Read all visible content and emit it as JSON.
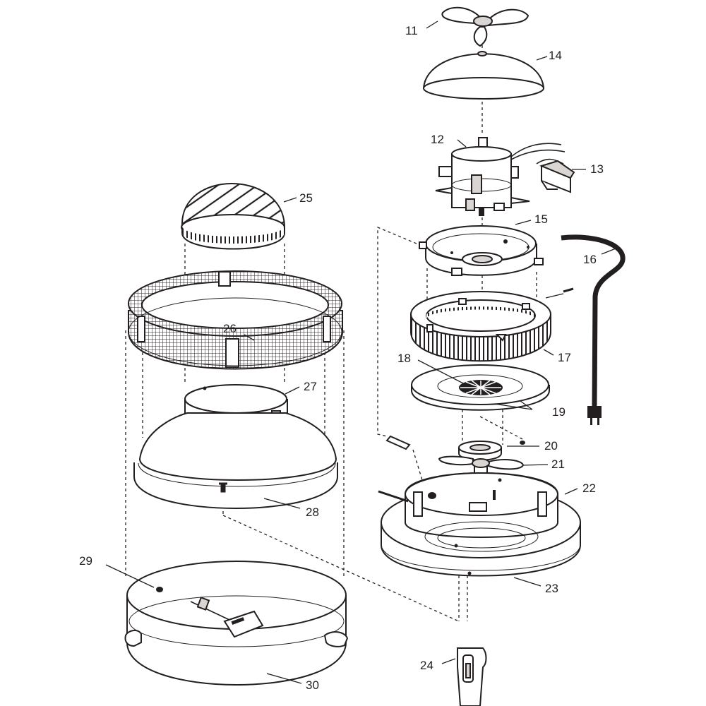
{
  "diagram": {
    "parts": [
      {
        "id": "fan-blade-top",
        "number": "11"
      },
      {
        "id": "motor",
        "number": "12"
      },
      {
        "id": "switch-block",
        "number": "13"
      },
      {
        "id": "dome-cover",
        "number": "14"
      },
      {
        "id": "motor-plate",
        "number": "15"
      },
      {
        "id": "power-cord",
        "number": "16"
      },
      {
        "id": "wick-filter-ring",
        "number": "17"
      },
      {
        "id": "center-grille",
        "number": "18"
      },
      {
        "id": "base-disc",
        "number": "19"
      },
      {
        "id": "hub-washer",
        "number": "20"
      },
      {
        "id": "fan-blade-lower",
        "number": "21"
      },
      {
        "id": "motor-housing",
        "number": "22"
      },
      {
        "id": "housing-ring",
        "number": "23"
      },
      {
        "id": "support-leg",
        "number": "24"
      },
      {
        "id": "vented-cap",
        "number": "25"
      },
      {
        "id": "mesh-ring",
        "number": "26"
      },
      {
        "id": "collar-clamp",
        "number": "27"
      },
      {
        "id": "tank-cover",
        "number": "28"
      },
      {
        "id": "float-valve",
        "number": "29"
      },
      {
        "id": "water-tank",
        "number": "30"
      }
    ]
  }
}
